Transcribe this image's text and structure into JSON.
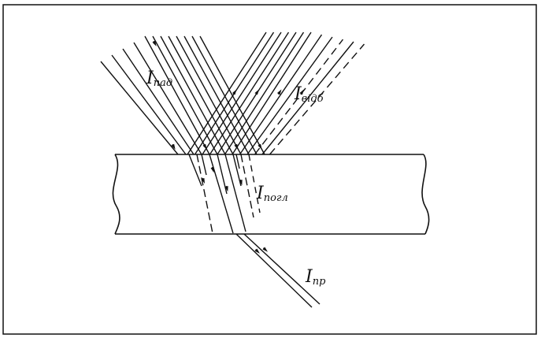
{
  "labels": {
    "incident": {
      "main": "I",
      "sub": "пад"
    },
    "reflected": {
      "main": "I",
      "sub": "відб"
    },
    "absorbed": {
      "main": "I",
      "sub": "погл"
    },
    "transmitted": {
      "main": "I",
      "sub": "пр"
    }
  },
  "colors": {
    "ink": "#111111",
    "background": "#ffffff"
  }
}
